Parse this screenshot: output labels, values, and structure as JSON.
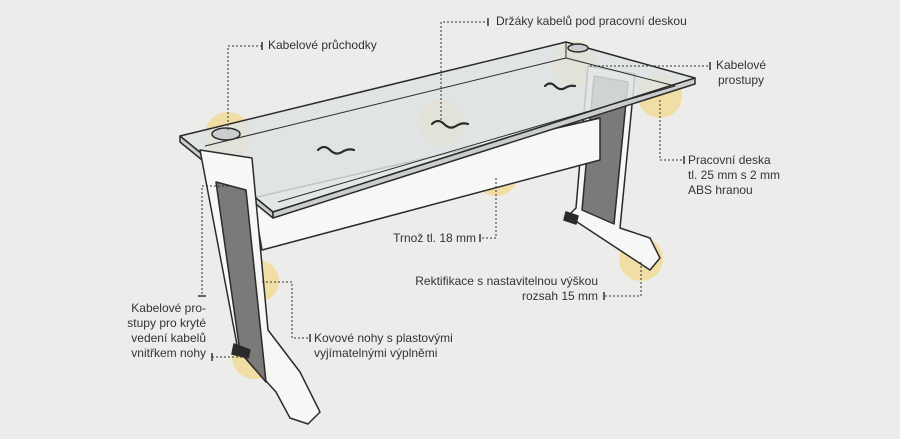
{
  "colors": {
    "background": "#ececeb",
    "outline": "#2b2b2b",
    "leg_panel": "#7a7a78",
    "glass": "#dfe3e3",
    "highlight": "#f5d46a",
    "leader": "#333333"
  },
  "callouts": {
    "cable_grommets": {
      "lines": [
        "Kabelové průchodky"
      ]
    },
    "cable_holders": {
      "lines": [
        "Držáky kabelů pod pracovní deskou"
      ]
    },
    "cable_passages": {
      "lines": [
        "Kabelové",
        "prostupy"
      ]
    },
    "work_top": {
      "lines": [
        "Pracovní deska",
        "tl. 25 mm s 2 mm",
        "ABS hranou"
      ]
    },
    "beam": {
      "lines": [
        "Trnož tl. 18 mm"
      ]
    },
    "leveling": {
      "lines": [
        "Rektifikace s nastavitelnou výškou",
        "rozsah 15 mm"
      ]
    },
    "metal_legs": {
      "lines": [
        "Kovové nohy s plastovými",
        "vyjímatelnými výplněmi"
      ]
    },
    "leg_passages": {
      "lines": [
        "Kabelové pro-",
        "stupy pro kryté",
        "vedení kabelů",
        "vnitřkem nohy"
      ]
    }
  }
}
